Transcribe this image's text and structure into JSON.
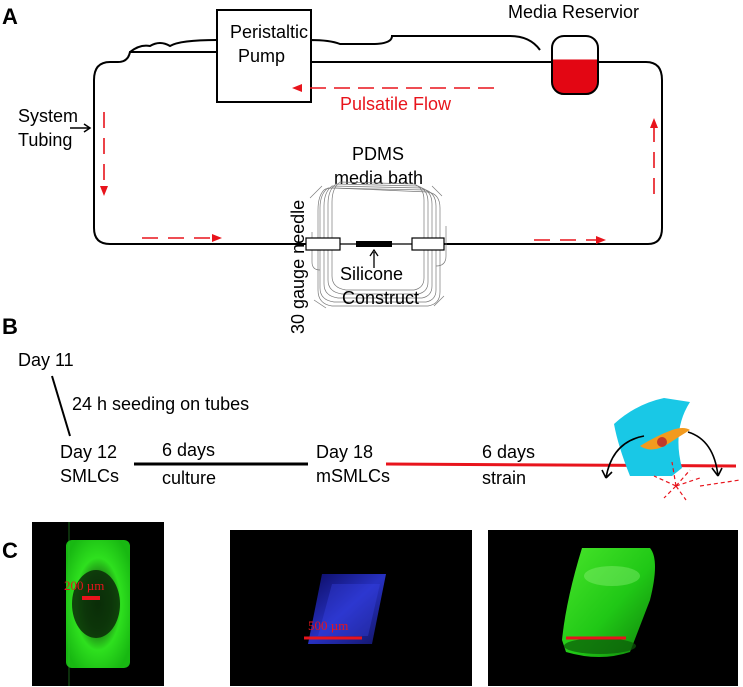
{
  "colors": {
    "flow_red": "#e8141c",
    "reservoir_red": "#e30613",
    "cyan_sheet": "#19c8e6",
    "cell_orange": "#f29a1e",
    "micrograph_bg": "#000000",
    "green_stain": "#22d81a",
    "blue_stain": "#2430d8"
  },
  "panel_a": {
    "letter": "A",
    "pump_label_line1": "Peristaltic",
    "pump_label_line2": "Pump",
    "reservoir_label": "Media Reservior",
    "system_label_line1": "System",
    "system_label_line2": "Tubing",
    "flow_label": "Pulsatile Flow",
    "bath_label_line1": "PDMS",
    "bath_label_line2": "media bath",
    "needle_label": "30 gauge needle",
    "construct_label_line1": "Silicone",
    "construct_label_line2": "Construct"
  },
  "panel_b": {
    "letter": "B",
    "day11": "Day 11",
    "seeding": "24 h seeding on tubes",
    "day12": "Day 12",
    "smlcs": "SMLCs",
    "culture_days": "6 days",
    "culture": "culture",
    "day18": "Day 18",
    "msmlcs": "mSMLCs",
    "strain_days": "6 days",
    "strain": "strain"
  },
  "panel_c": {
    "letter": "C",
    "scale_1": "200 µm",
    "scale_2": "500 µm"
  }
}
